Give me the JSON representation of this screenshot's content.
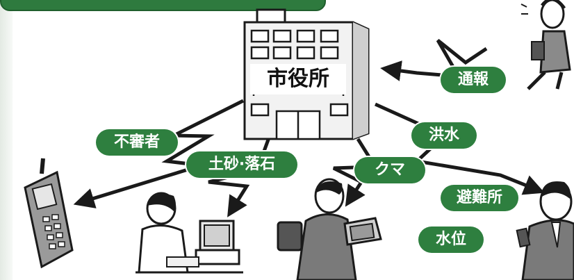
{
  "colors": {
    "pill_green": "#2e7f3f",
    "line": "#1a1a1a"
  },
  "building": {
    "label": "市役所"
  },
  "messages": {
    "report": "通報",
    "suspicious_person": "不審者",
    "landslide": "土砂·落石",
    "bear": "クマ",
    "flood": "洪水",
    "evacuation_site": "避難所",
    "water_level": "水位"
  }
}
